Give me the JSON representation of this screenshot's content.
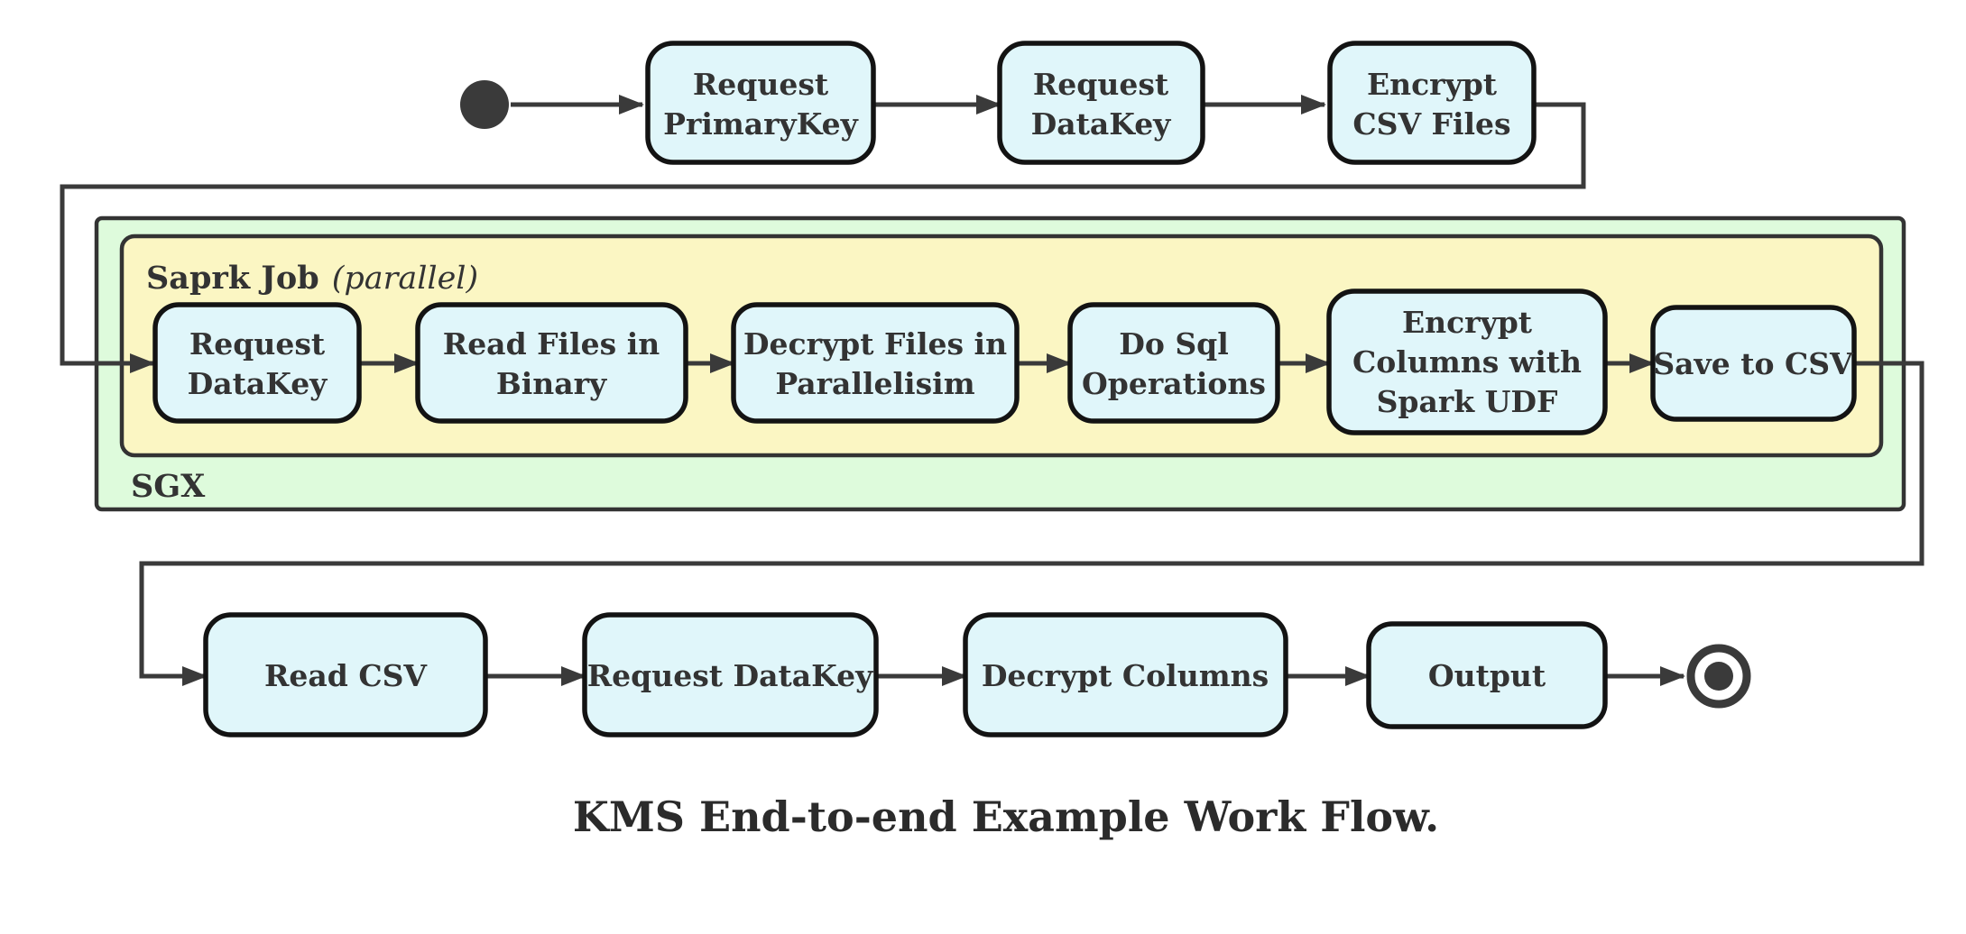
{
  "diagram": {
    "caption": "KMS End-to-end Example Work Flow.",
    "containers": {
      "sgx": {
        "label": "SGX"
      },
      "spark_job": {
        "label": "Saprk Job",
        "qualifier": "(parallel)"
      }
    },
    "flow": {
      "top": [
        {
          "label": "Request PrimaryKey",
          "lines": [
            "Request",
            "PrimaryKey"
          ]
        },
        {
          "label": "Request DataKey",
          "lines": [
            "Request",
            "DataKey"
          ]
        },
        {
          "label": "Encrypt CSV Files",
          "lines": [
            "Encrypt",
            "CSV Files"
          ]
        }
      ],
      "middle": [
        {
          "label": "Request DataKey",
          "lines": [
            "Request",
            "DataKey"
          ]
        },
        {
          "label": "Read Files in Binary",
          "lines": [
            "Read Files in",
            "Binary"
          ]
        },
        {
          "label": "Decrypt Files in Parallelisim",
          "lines": [
            "Decrypt Files in",
            "Parallelisim"
          ]
        },
        {
          "label": "Do Sql Operations",
          "lines": [
            "Do Sql",
            "Operations"
          ]
        },
        {
          "label": "Encrypt Columns with Spark UDF",
          "lines": [
            "Encrypt",
            "Columns with",
            "Spark UDF"
          ]
        },
        {
          "label": "Save to CSV",
          "lines": [
            "Save to CSV"
          ]
        }
      ],
      "bottom": [
        {
          "label": "Read CSV",
          "lines": [
            "Read CSV"
          ]
        },
        {
          "label": "Request DataKey",
          "lines": [
            "Request DataKey"
          ]
        },
        {
          "label": "Decrypt Columns",
          "lines": [
            "Decrypt Columns"
          ]
        },
        {
          "label": "Output",
          "lines": [
            "Output"
          ]
        }
      ],
      "start_state": "initial-state",
      "end_state": "final-state"
    }
  },
  "colors": {
    "node_fill": "#e0f6fa",
    "node_border": "#131313",
    "spark_fill": "#fbf6c3",
    "sgx_fill": "#defbdc",
    "container_border": "#333333",
    "edge_color": "#3a3a3a",
    "text_color": "#333333",
    "caption_color": "#2b2b2b"
  }
}
